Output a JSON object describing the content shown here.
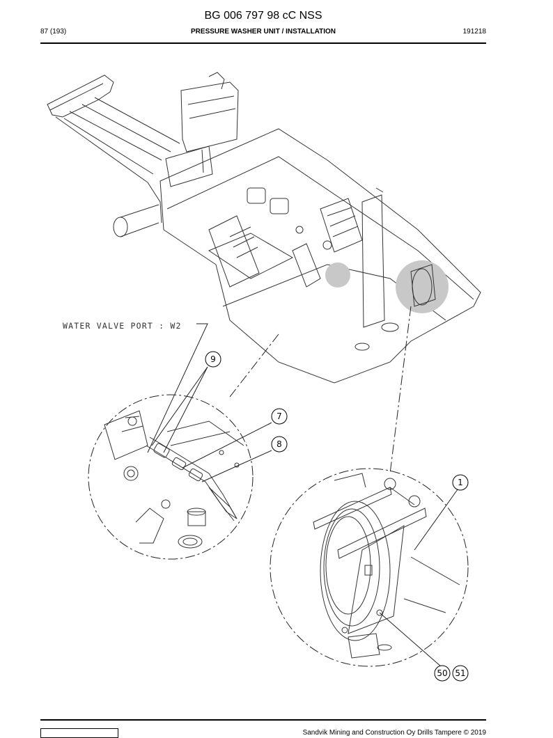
{
  "document": {
    "title": "BG 006 797 98 cC NSS",
    "page": "87 (193)",
    "section": "PRESSURE WASHER UNIT / INSTALLATION",
    "date_code": "191218"
  },
  "drawing": {
    "note": "WATER VALVE PORT : W2",
    "callouts": [
      "9",
      "7",
      "8",
      "1",
      "50",
      "51"
    ]
  },
  "footer": {
    "copyright": "Sandvik Mining and Construction Oy Drills Tampere © 2019"
  }
}
